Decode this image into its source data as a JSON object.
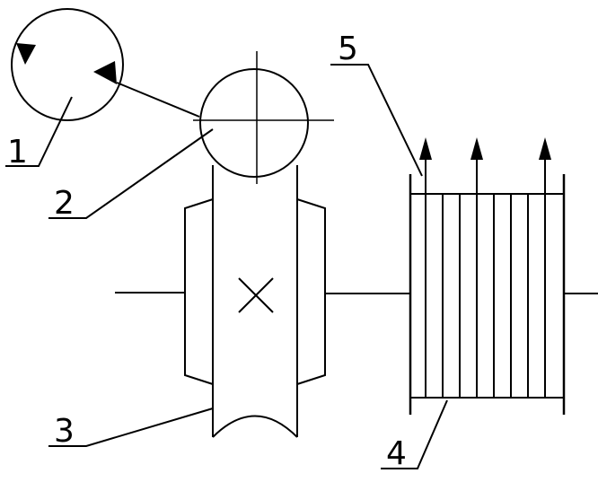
{
  "labels": {
    "l1": "1",
    "l2": "2",
    "l3": "3",
    "l4": "4",
    "l5": "5"
  },
  "colors": {
    "stroke": "#000000",
    "background": "#ffffff"
  }
}
